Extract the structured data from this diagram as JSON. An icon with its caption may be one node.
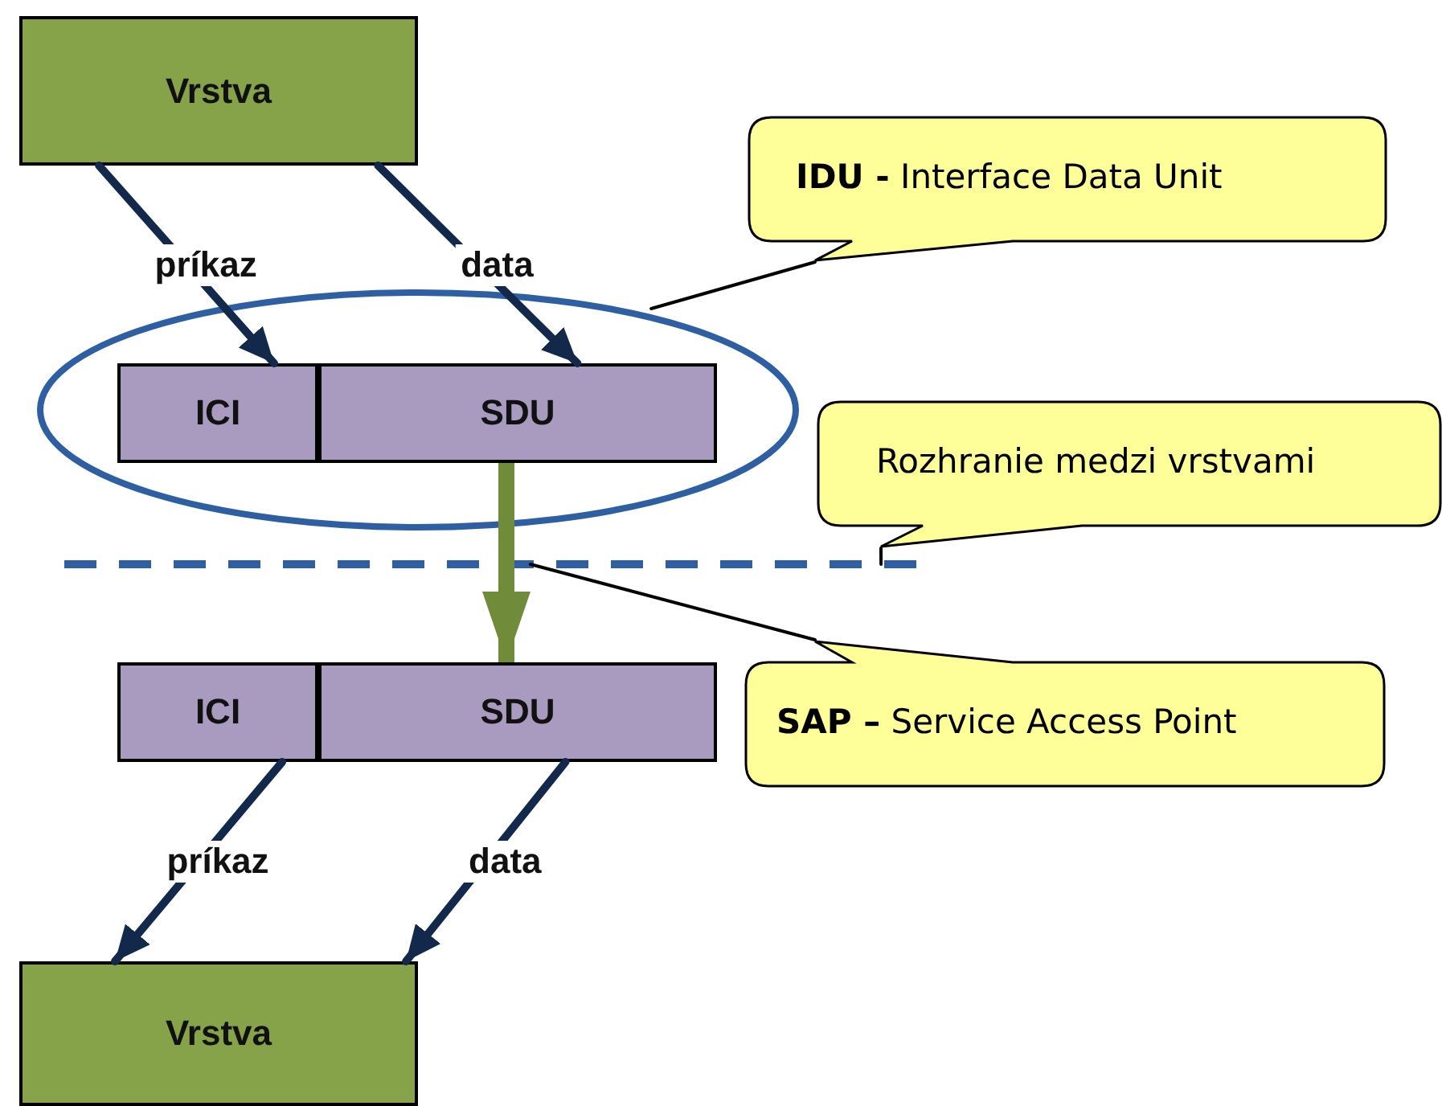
{
  "diagram": {
    "nodes": [
      {
        "text": [
          "Vrstva"
        ]
      },
      {
        "text": [],
        "shape": "ellipse"
      },
      {
        "text": [
          "ICI"
        ],
        "in": 1
      },
      {
        "text": [
          "SDU"
        ],
        "in": 1
      },
      {
        "text": [
          "ICI"
        ]
      },
      {
        "text": [
          "SDU"
        ]
      },
      {
        "text": [
          "Vrstva"
        ]
      },
      {
        "text": [
          "**IDU -** Interface Data Unit"
        ]
      },
      {
        "text": [
          "Rozhranie medzi vrstvami"
        ]
      },
      {
        "text": [
          "**SAP –** Service Access Point"
        ]
      },
      {
        "text": [],
        "shape": "line"
      }
    ],
    "edges": [
      {
        "from": 0,
        "to": 2,
        "arrow": "to",
        "label": "príkaz"
      },
      {
        "from": 0,
        "to": 3,
        "arrow": "to",
        "label": "data"
      },
      {
        "from": 4,
        "to": 6,
        "arrow": "to",
        "label": "príkaz"
      },
      {
        "from": 5,
        "to": 6,
        "arrow": "to",
        "label": "data"
      },
      {
        "from": 3,
        "to": 5,
        "arrow": "to",
        "style": "thick",
        "color": "#708c3a"
      },
      {
        "from": 7,
        "to": 1,
        "arrow": "none",
        "color": "#000000"
      },
      {
        "from": 8,
        "to": 10,
        "arrow": "none",
        "color": "#000000"
      },
      {
        "from": 9,
        "to": 10,
        "arrow": "none",
        "color": "#000000"
      }
    ]
  }
}
